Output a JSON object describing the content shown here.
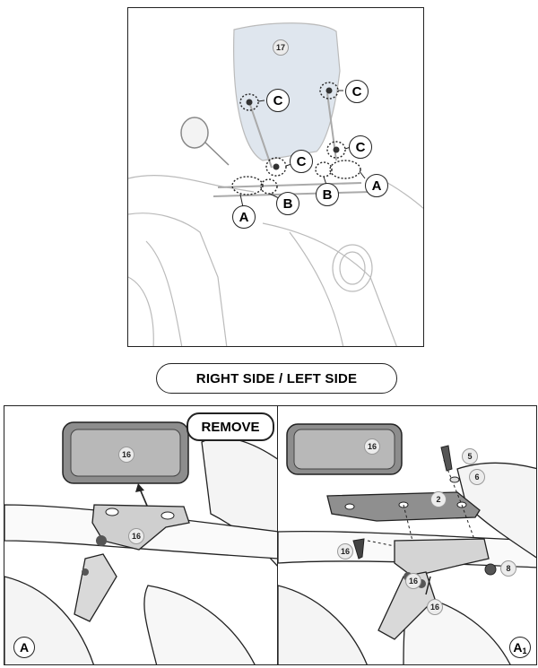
{
  "top": {
    "part_number": "17",
    "callouts": {
      "c1": "C",
      "c2": "C",
      "c3": "C",
      "c4": "C",
      "a1": "A",
      "a2": "A",
      "b1": "B",
      "b2": "B"
    }
  },
  "banner": {
    "label": "RIGHT SIDE / LEFT SIDE"
  },
  "left_panel": {
    "remove_label": "REMOVE",
    "part_top": "16",
    "part_bottom": "16",
    "panel_letter": "A"
  },
  "right_panel": {
    "part_top": "16",
    "part_bracket": "2",
    "part_screw": "5",
    "part_washer": "6",
    "part_nut": "8",
    "part_bolt": "16",
    "part_mid": "16",
    "part_low": "16",
    "panel_letter": "A",
    "panel_subscript": "1"
  },
  "colors": {
    "line": "#222222",
    "shade": "#e4e4e4",
    "screen": "#dfe6ee"
  }
}
